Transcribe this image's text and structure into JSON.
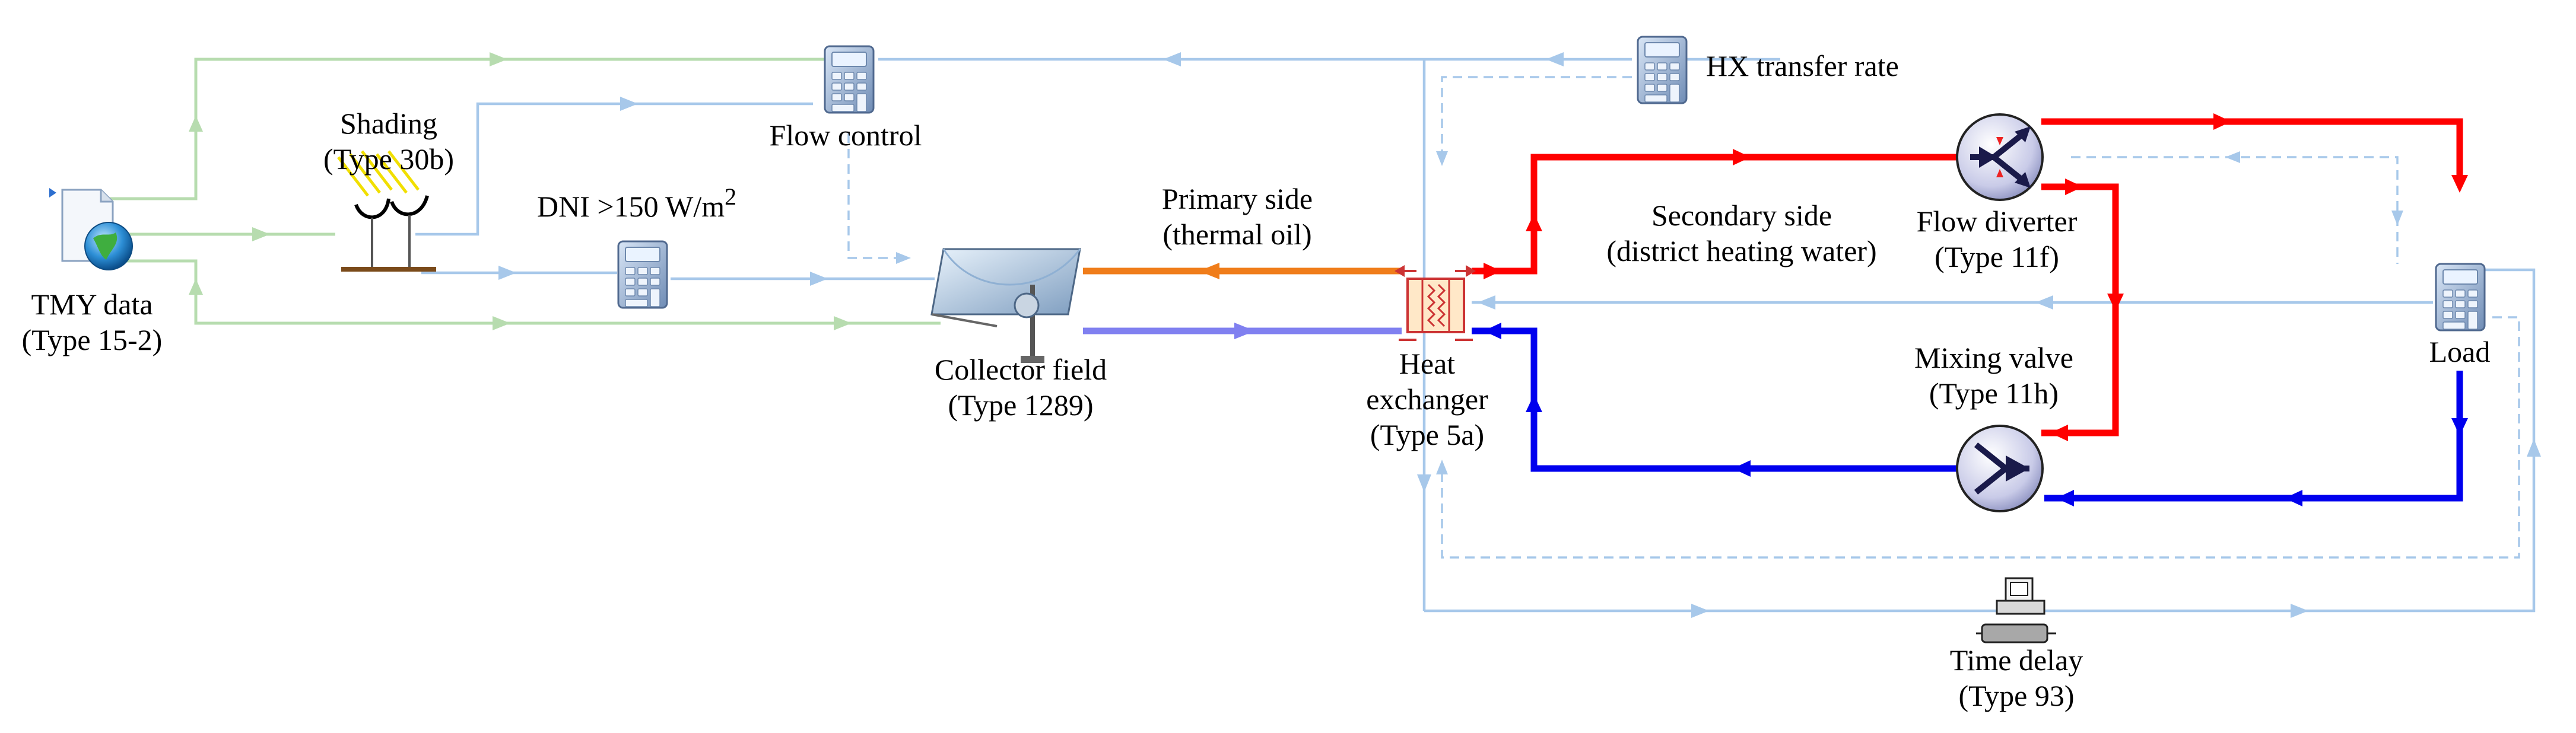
{
  "components": {
    "tmy": {
      "name": "TMY data",
      "type": "(Type 15-2)",
      "icon": "weather-data-globe-icon"
    },
    "shading": {
      "name": "Shading",
      "type": "(Type 30b)",
      "icon": "shading-collectors-icon"
    },
    "flow_control": {
      "name": "Flow control",
      "icon": "calculator-icon"
    },
    "dni": {
      "name": "DNI >150 W/m",
      "sup": "2",
      "icon": "calculator-icon"
    },
    "collector": {
      "name": "Collector field",
      "type": "(Type 1289)",
      "icon": "parabolic-trough-icon"
    },
    "primary": {
      "line1": "Primary side",
      "line2": "(thermal oil)"
    },
    "hx": {
      "line1": "Heat",
      "line2": "exchanger",
      "line3": "(Type 5a)",
      "icon": "heat-exchanger-icon"
    },
    "hx_rate": {
      "name": "HX transfer rate",
      "icon": "calculator-icon"
    },
    "secondary": {
      "line1": "Secondary side",
      "line2": "(district heating water)"
    },
    "diverter": {
      "name": "Flow diverter",
      "type": "(Type 11f)",
      "icon": "flow-diverter-icon"
    },
    "mixing": {
      "name": "Mixing valve",
      "type": "(Type 11h)",
      "icon": "mixing-valve-icon"
    },
    "load": {
      "name": "Load",
      "icon": "calculator-icon"
    },
    "delay": {
      "name": "Time delay",
      "type": "(Type 93)",
      "icon": "printer-delay-icon"
    }
  },
  "colors": {
    "weather_link": "#b7dcaf",
    "control_link": "#a7c8ea",
    "thermal_oil": "#f07d1a",
    "oil_return": "#8080f0",
    "hot_water": "#ff0000",
    "cold_water": "#0000ee"
  }
}
